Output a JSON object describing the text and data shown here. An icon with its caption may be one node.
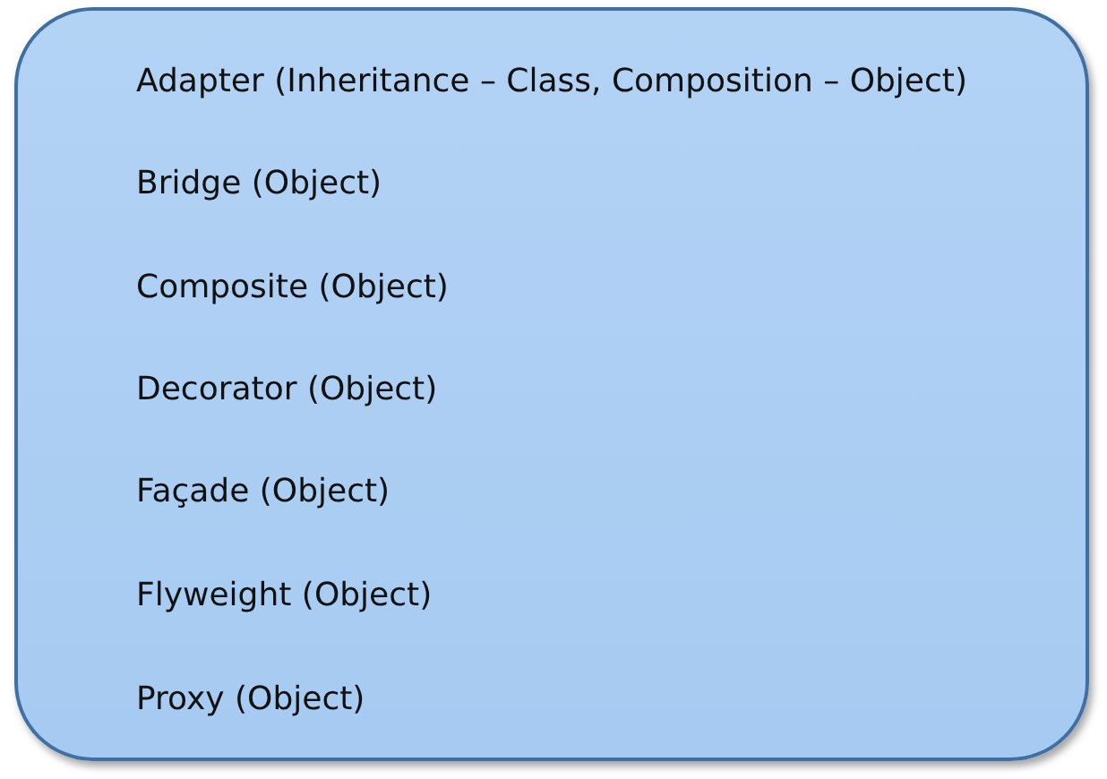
{
  "diagram": {
    "nodes": [
      {
        "text": [
          "Adapter (Inheritance – Class, Composition – Object)",
          "Bridge (Object)",
          "Composite (Object)",
          "Decorator (Object)",
          "Façade (Object)",
          "Flyweight (Object)",
          "Proxy (Object)"
        ]
      }
    ]
  }
}
